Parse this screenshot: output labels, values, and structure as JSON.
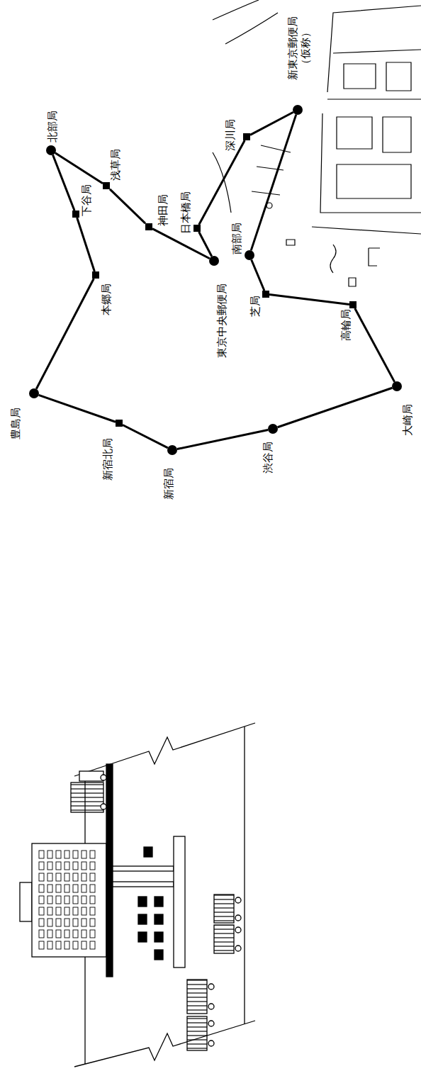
{
  "diagram": {
    "nodes": [
      {
        "text": [
          "新東京郵便局 （仮称）"
        ]
      },
      {
        "text": [
          "深川局"
        ]
      },
      {
        "text": [
          "日本橋局"
        ]
      },
      {
        "text": [
          "東京中央郵便局"
        ]
      },
      {
        "text": [
          "神田局"
        ]
      },
      {
        "text": [
          "浅草局"
        ]
      },
      {
        "text": [
          "北部局"
        ]
      },
      {
        "text": [
          "下谷局"
        ]
      },
      {
        "text": [
          "本郷局"
        ]
      },
      {
        "text": [
          "豊島局"
        ]
      },
      {
        "text": [
          "新宿北局"
        ]
      },
      {
        "text": [
          "新宿局"
        ]
      },
      {
        "text": [
          "渋谷局"
        ]
      },
      {
        "text": [
          "大崎局"
        ]
      },
      {
        "text": [
          "高輪局"
        ]
      },
      {
        "text": [
          "芝局"
        ]
      },
      {
        "text": [
          "南部局"
        ]
      }
    ],
    "edges": [
      {
        "from": 0,
        "to": 1,
        "arrow": "none"
      },
      {
        "from": 1,
        "to": 2,
        "arrow": "none"
      },
      {
        "from": 2,
        "to": 3,
        "arrow": "none"
      },
      {
        "from": 3,
        "to": 4,
        "arrow": "none"
      },
      {
        "from": 4,
        "to": 5,
        "arrow": "none"
      },
      {
        "from": 5,
        "to": 6,
        "arrow": "none"
      },
      {
        "from": 6,
        "to": 7,
        "arrow": "none"
      },
      {
        "from": 7,
        "to": 8,
        "arrow": "none"
      },
      {
        "from": 8,
        "to": 9,
        "arrow": "none"
      },
      {
        "from": 9,
        "to": 10,
        "arrow": "none"
      },
      {
        "from": 10,
        "to": 11,
        "arrow": "none"
      },
      {
        "from": 11,
        "to": 12,
        "arrow": "none"
      },
      {
        "from": 12,
        "to": 13,
        "arrow": "none"
      },
      {
        "from": 13,
        "to": 14,
        "arrow": "none"
      },
      {
        "from": 14,
        "to": 15,
        "arrow": "none"
      },
      {
        "from": 15,
        "to": 16,
        "arrow": "none"
      },
      {
        "from": 16,
        "to": 0,
        "arrow": "none"
      }
    ]
  }
}
